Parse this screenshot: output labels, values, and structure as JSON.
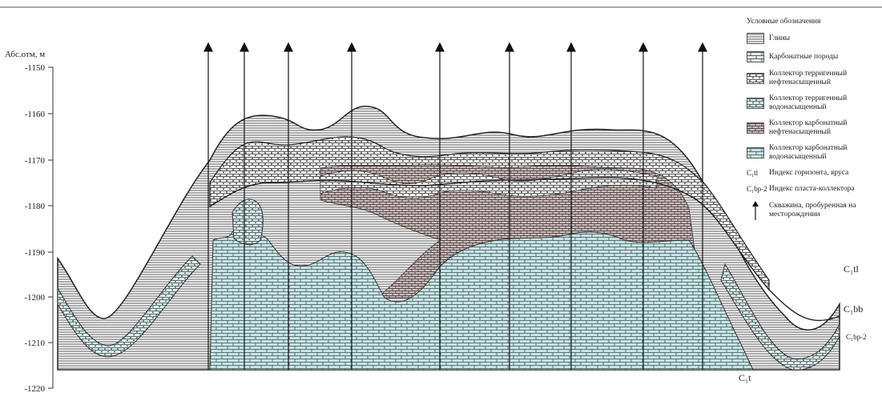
{
  "diagram": {
    "axis_title": "Абс.отм, м",
    "y_ticks": [
      "-1150",
      "-1160",
      "-1170",
      "-1180",
      "-1190",
      "-1200",
      "-1210",
      "-1220"
    ],
    "horizon_labels": {
      "c1tl": "C₁tl",
      "c1bb": "C₁bb",
      "c1t": "C₁t",
      "c1bp2": "C₁bр-2"
    }
  },
  "legend": {
    "title": "Условные обозначения",
    "items": [
      {
        "key": "clay",
        "label": "Глины"
      },
      {
        "key": "carbonate",
        "label": "Карбонатные породы"
      },
      {
        "key": "terr_oil",
        "label": "Коллектор терригенный нефтенасыщенный"
      },
      {
        "key": "terr_water",
        "label": "Коллектор терригенный водонасыщенный"
      },
      {
        "key": "carb_oil",
        "label": "Коллектор карбонатный нефтенасыщенный"
      },
      {
        "key": "carb_water",
        "label": "Коллектор карбонатный водонасыщенный"
      }
    ],
    "horizon_symbol": "C₁tl",
    "horizon_text": "Индекс горизонта, яруса",
    "reservoir_symbol": "C₁bр-2",
    "reservoir_text": "Индекс пласта-коллектора",
    "well_text": "Скважина, пробуренная на месторождении"
  }
}
